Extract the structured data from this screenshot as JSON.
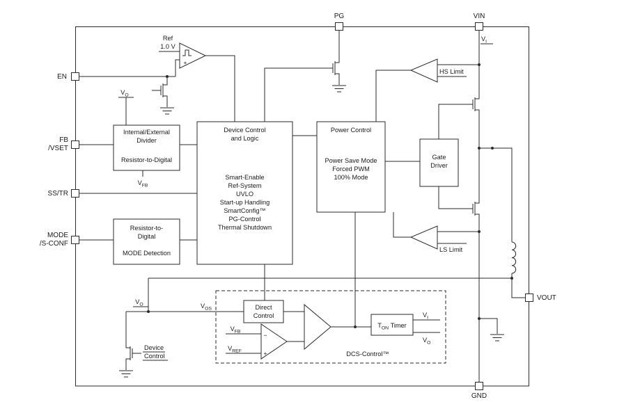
{
  "pins": {
    "en": "EN",
    "fb_line1": "FB",
    "fb_line2": "/VSET",
    "sstr": "SS/TR",
    "mode_line1": "MODE",
    "mode_line2": "/S-CONF",
    "pg": "PG",
    "vin": "VIN",
    "vout": "VOUT",
    "gnd": "GND"
  },
  "blocks": {
    "divider": {
      "line1": "Internal/External",
      "line2": "Divider",
      "line3": "Resistor-to-Digital"
    },
    "device_control": {
      "title1": "Device Control",
      "title2": "and Logic",
      "body": [
        "Smart-Enable",
        "Ref-System",
        "UVLO",
        "Start-up Handling",
        "SmartConfig™",
        "PG-Control",
        "Thermal Shutdown"
      ]
    },
    "power_control": {
      "title": "Power Control",
      "body1": "Power Save Mode",
      "body2": "Forced PWM",
      "body3": "100% Mode"
    },
    "gate_driver": {
      "line1": "Gate",
      "line2": "Driver"
    },
    "mode_detect": {
      "line1": "Resistor-to-",
      "line2": "Digital",
      "line3": "MODE Detection"
    },
    "direct_control": {
      "line1": "Direct",
      "line2": "Control"
    },
    "ton_timer": {
      "base": "T",
      "sub": "ON",
      "rest": "Timer"
    },
    "dcs_label": "DCS-Control™"
  },
  "labels": {
    "ref": "Ref",
    "ref_val": "1.0 V",
    "hs_limit": "HS Limit",
    "ls_limit": "LS Limit",
    "v": "V",
    "sub_i": "I",
    "sub_o": "O",
    "sub_fb": "FB",
    "sub_ref": "REF",
    "sub_os": "OS",
    "device1": "Device",
    "device2": "Control",
    "plus": "+",
    "minus": "−"
  }
}
